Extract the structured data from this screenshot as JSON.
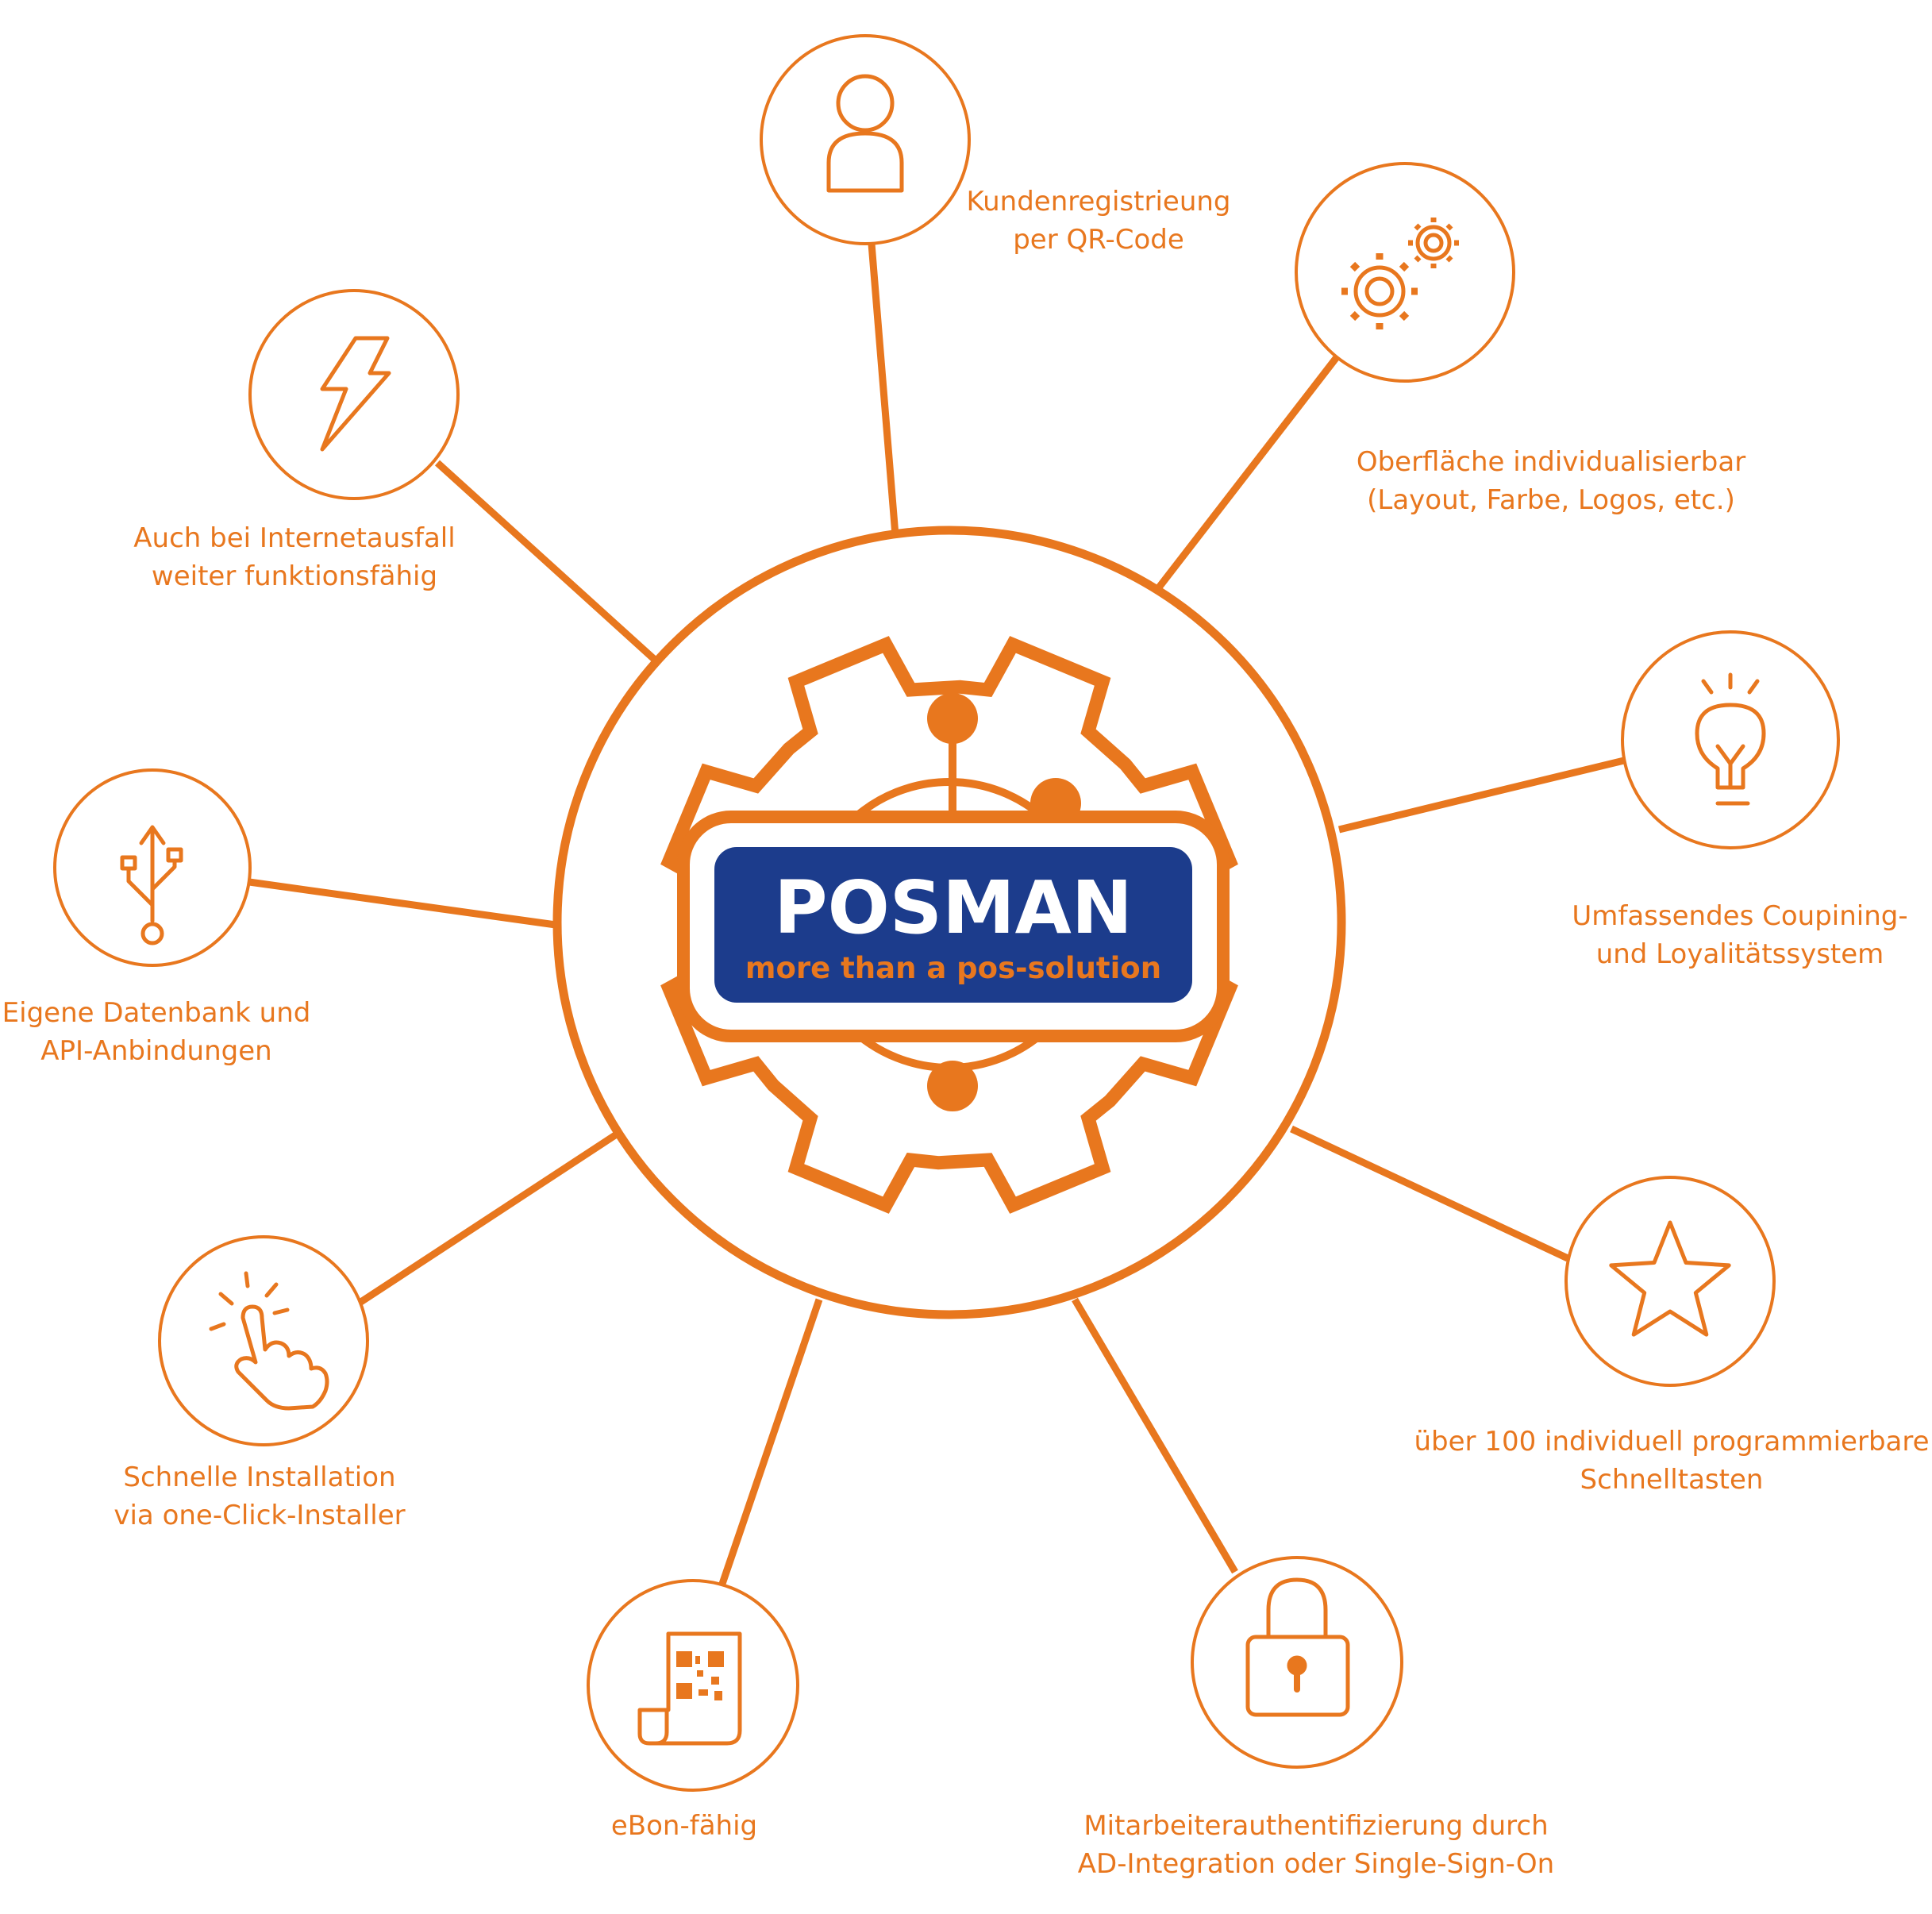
{
  "colors": {
    "accent": "#E8771E",
    "brand_blue": "#1C3C8C",
    "background": "#FFFFFF"
  },
  "logo": {
    "title": "POSMAN",
    "tagline": "more than a pos-solution"
  },
  "features": [
    {
      "id": "customer-registration",
      "icon": "user-icon",
      "lines": [
        "Kundenregistrieung",
        "per QR-Code"
      ]
    },
    {
      "id": "customizable-ui",
      "icon": "gears-icon",
      "lines": [
        "Oberfläche individualisierbar",
        "(Layout, Farbe, Logos, etc.)"
      ]
    },
    {
      "id": "coupon-loyalty",
      "icon": "lightbulb-icon",
      "lines": [
        "Umfassendes Coupining-",
        "und Loyalitätssystem"
      ]
    },
    {
      "id": "hotkeys",
      "icon": "star-icon",
      "lines": [
        "über 100 individuell programmierbare",
        "Schnelltasten"
      ]
    },
    {
      "id": "employee-auth",
      "icon": "lock-icon",
      "lines": [
        "Mitarbeiterauthentifizierung durch",
        "AD-Integration oder Single-Sign-On"
      ]
    },
    {
      "id": "ebon",
      "icon": "receipt-qr-icon",
      "lines": [
        "eBon-fähig"
      ]
    },
    {
      "id": "quick-install",
      "icon": "tap-hand-icon",
      "lines": [
        "Schnelle Installation",
        "via one-Click-Installer"
      ]
    },
    {
      "id": "database-api",
      "icon": "usb-icon",
      "lines": [
        "Eigene Datenbank und",
        "API-Anbindungen"
      ]
    },
    {
      "id": "offline-mode",
      "icon": "lightning-icon",
      "lines": [
        "Auch bei Internetausfall",
        "weiter funktionsfähig"
      ]
    }
  ]
}
